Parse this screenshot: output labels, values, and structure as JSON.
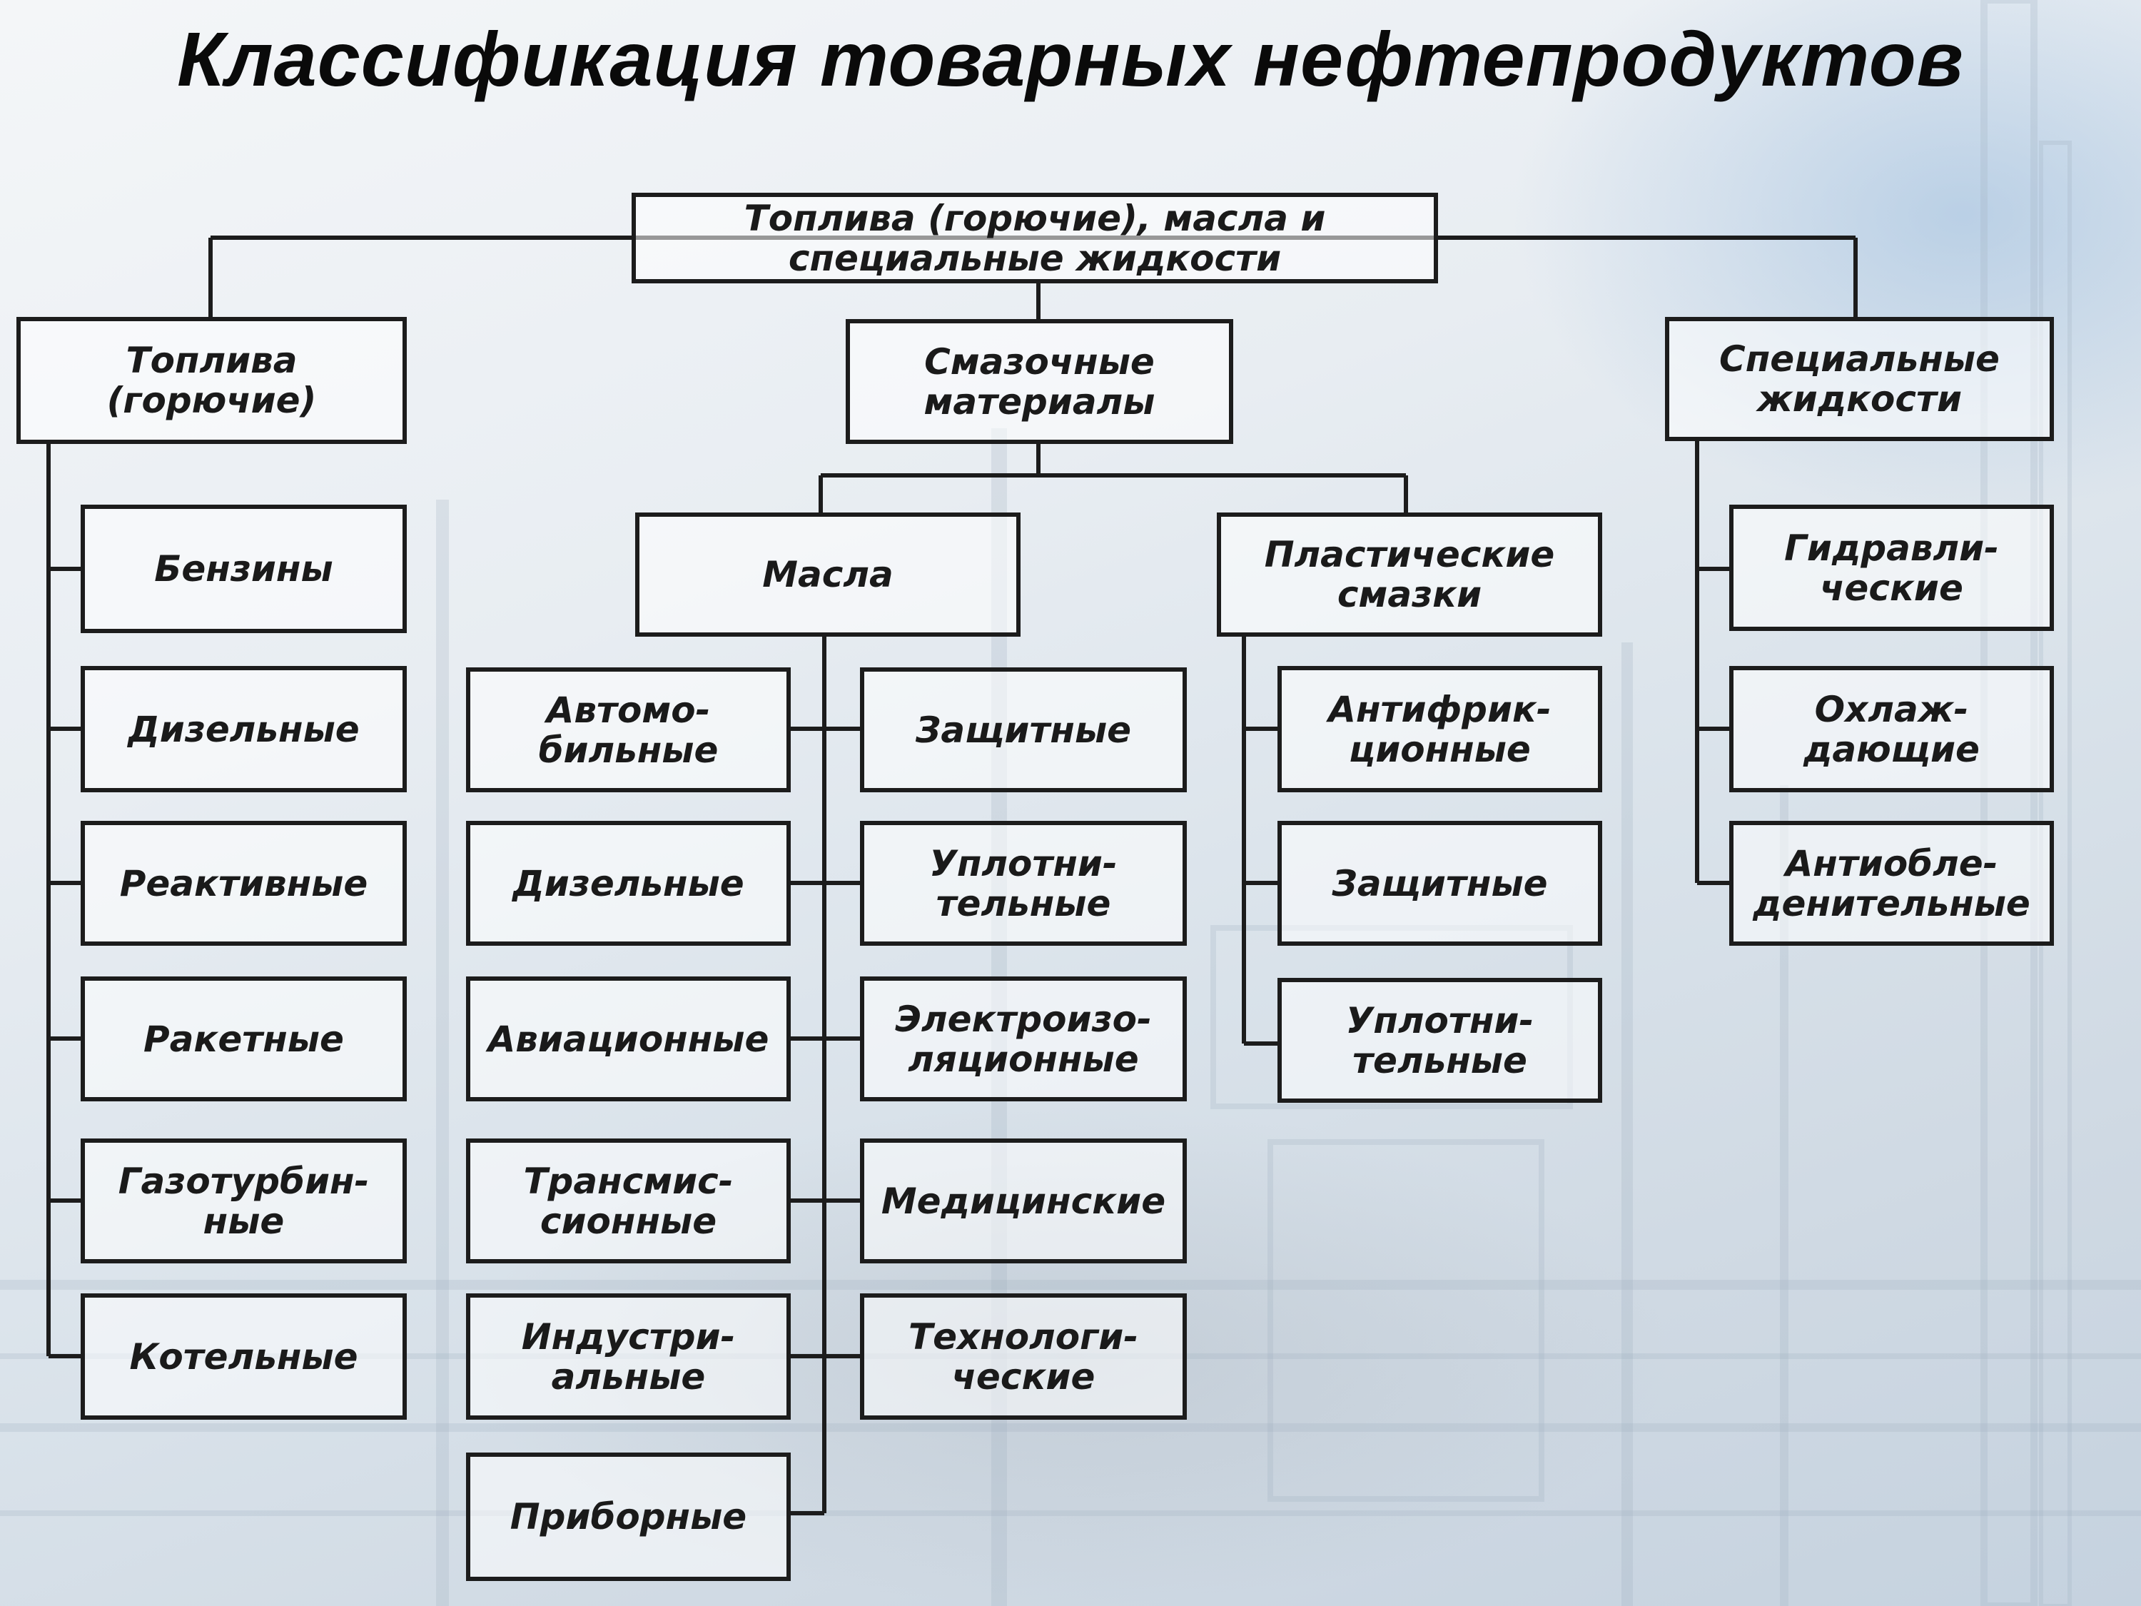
{
  "title": "Классификация товарных нефтепродуктов",
  "root": "Топлива (горючие), масла и\nспециальные жидкости",
  "fuels": {
    "label": "Топлива\n(горючие)",
    "items": [
      "Бензины",
      "Дизельные",
      "Реактивные",
      "Ракетные",
      "Газотурбин-\nные",
      "Котельные"
    ]
  },
  "lubricants": {
    "label": "Смазочные\nматериалы",
    "oils": {
      "label": "Масла",
      "left_items": [
        "Автомо-\nбильные",
        "Дизельные",
        "Авиационные",
        "Трансмис-\nсионные",
        "Индустри-\nальные",
        "Приборные"
      ],
      "right_items": [
        "Защитные",
        "Уплотни-\nтельные",
        "Электроизо-\nляционные",
        "Медицинские",
        "Технологи-\nческие"
      ]
    },
    "greases": {
      "label": "Пластические\nсмазки",
      "items": [
        "Антифрик-\nционные",
        "Защитные",
        "Уплотни-\nтельные"
      ]
    }
  },
  "special": {
    "label": "Специальные\nжидкости",
    "items": [
      "Гидравли-\nческие",
      "Охлаж-\nдающие",
      "Антиобле-\nденительные"
    ]
  }
}
